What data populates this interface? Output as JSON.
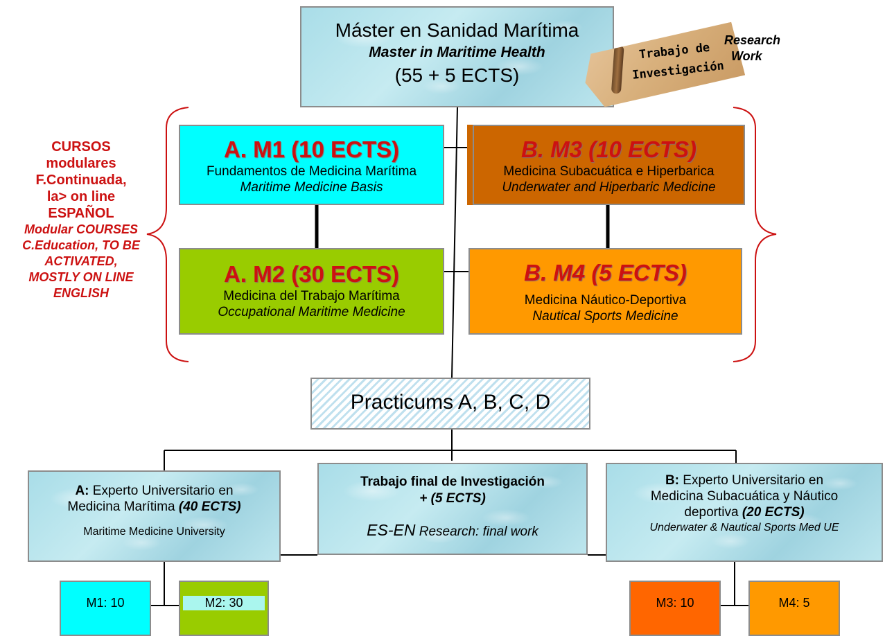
{
  "master": {
    "title_es": "Máster en Sanidad Marítima",
    "title_en": "Master in Maritime Health",
    "ects": "(55 + 5 ECTS)"
  },
  "research_note": {
    "en_line1": "Research",
    "en_line2": "Work",
    "es_line1": "Trabajo de",
    "es_line2": "Investigación"
  },
  "side_note": {
    "lines_es": [
      "CURSOS",
      "modulares",
      "F.Continuada,",
      "la> on line",
      "ESPAÑOL"
    ],
    "lines_en": [
      "Modular COURSES",
      "C.Education, TO BE",
      "ACTIVATED,",
      "MOSTLY ON LINE",
      "ENGLISH"
    ]
  },
  "modules": {
    "m1": {
      "title": "A. M1 (10 ECTS)",
      "es": "Fundamentos de Medicina Marítima",
      "en": "Maritime Medicine Basis",
      "color": "#00ffff"
    },
    "m2": {
      "title": "A. M2 (30 ECTS)",
      "es": "Medicina del Trabajo Marítima",
      "en": "Occupational Maritime Medicine",
      "color": "#99cc00"
    },
    "m3": {
      "title": "B. M3 (10 ECTS)",
      "es": "Medicina Subacuática e Hiperbarica",
      "en": "Underwater and Hiperbaric Medicine",
      "color": "#cc6600"
    },
    "m4": {
      "title": "B. M4 (5 ECTS)",
      "es": "Medicina Náutico-Deportiva",
      "en": "Nautical Sports Medicine",
      "color": "#ff9900"
    }
  },
  "practicums": "Practicums A, B, C, D",
  "expert_a": {
    "prefix": "A:",
    "text1": " Experto Universitario en",
    "text2": "Medicina Marítima ",
    "ects": "(40 ECTS)",
    "en": "Maritime Medicine University"
  },
  "final_work": {
    "title": "Trabajo final de Investigación",
    "ects": "+ (5 ECTS)",
    "en_prefix": "ES-EN",
    "en_text": " Research: final work"
  },
  "expert_b": {
    "prefix": "B:",
    "text1": " Experto Universitario en",
    "text2": "Medicina Subacuática y Náutico",
    "text3": "deportiva  ",
    "ects": "(20 ECTS)",
    "en": "Underwater & Nautical Sports Med UE"
  },
  "bottom": {
    "m1": "M1: 10",
    "m2": "M2: 30",
    "m3": "M3: 10",
    "m4": "M4: 5"
  }
}
